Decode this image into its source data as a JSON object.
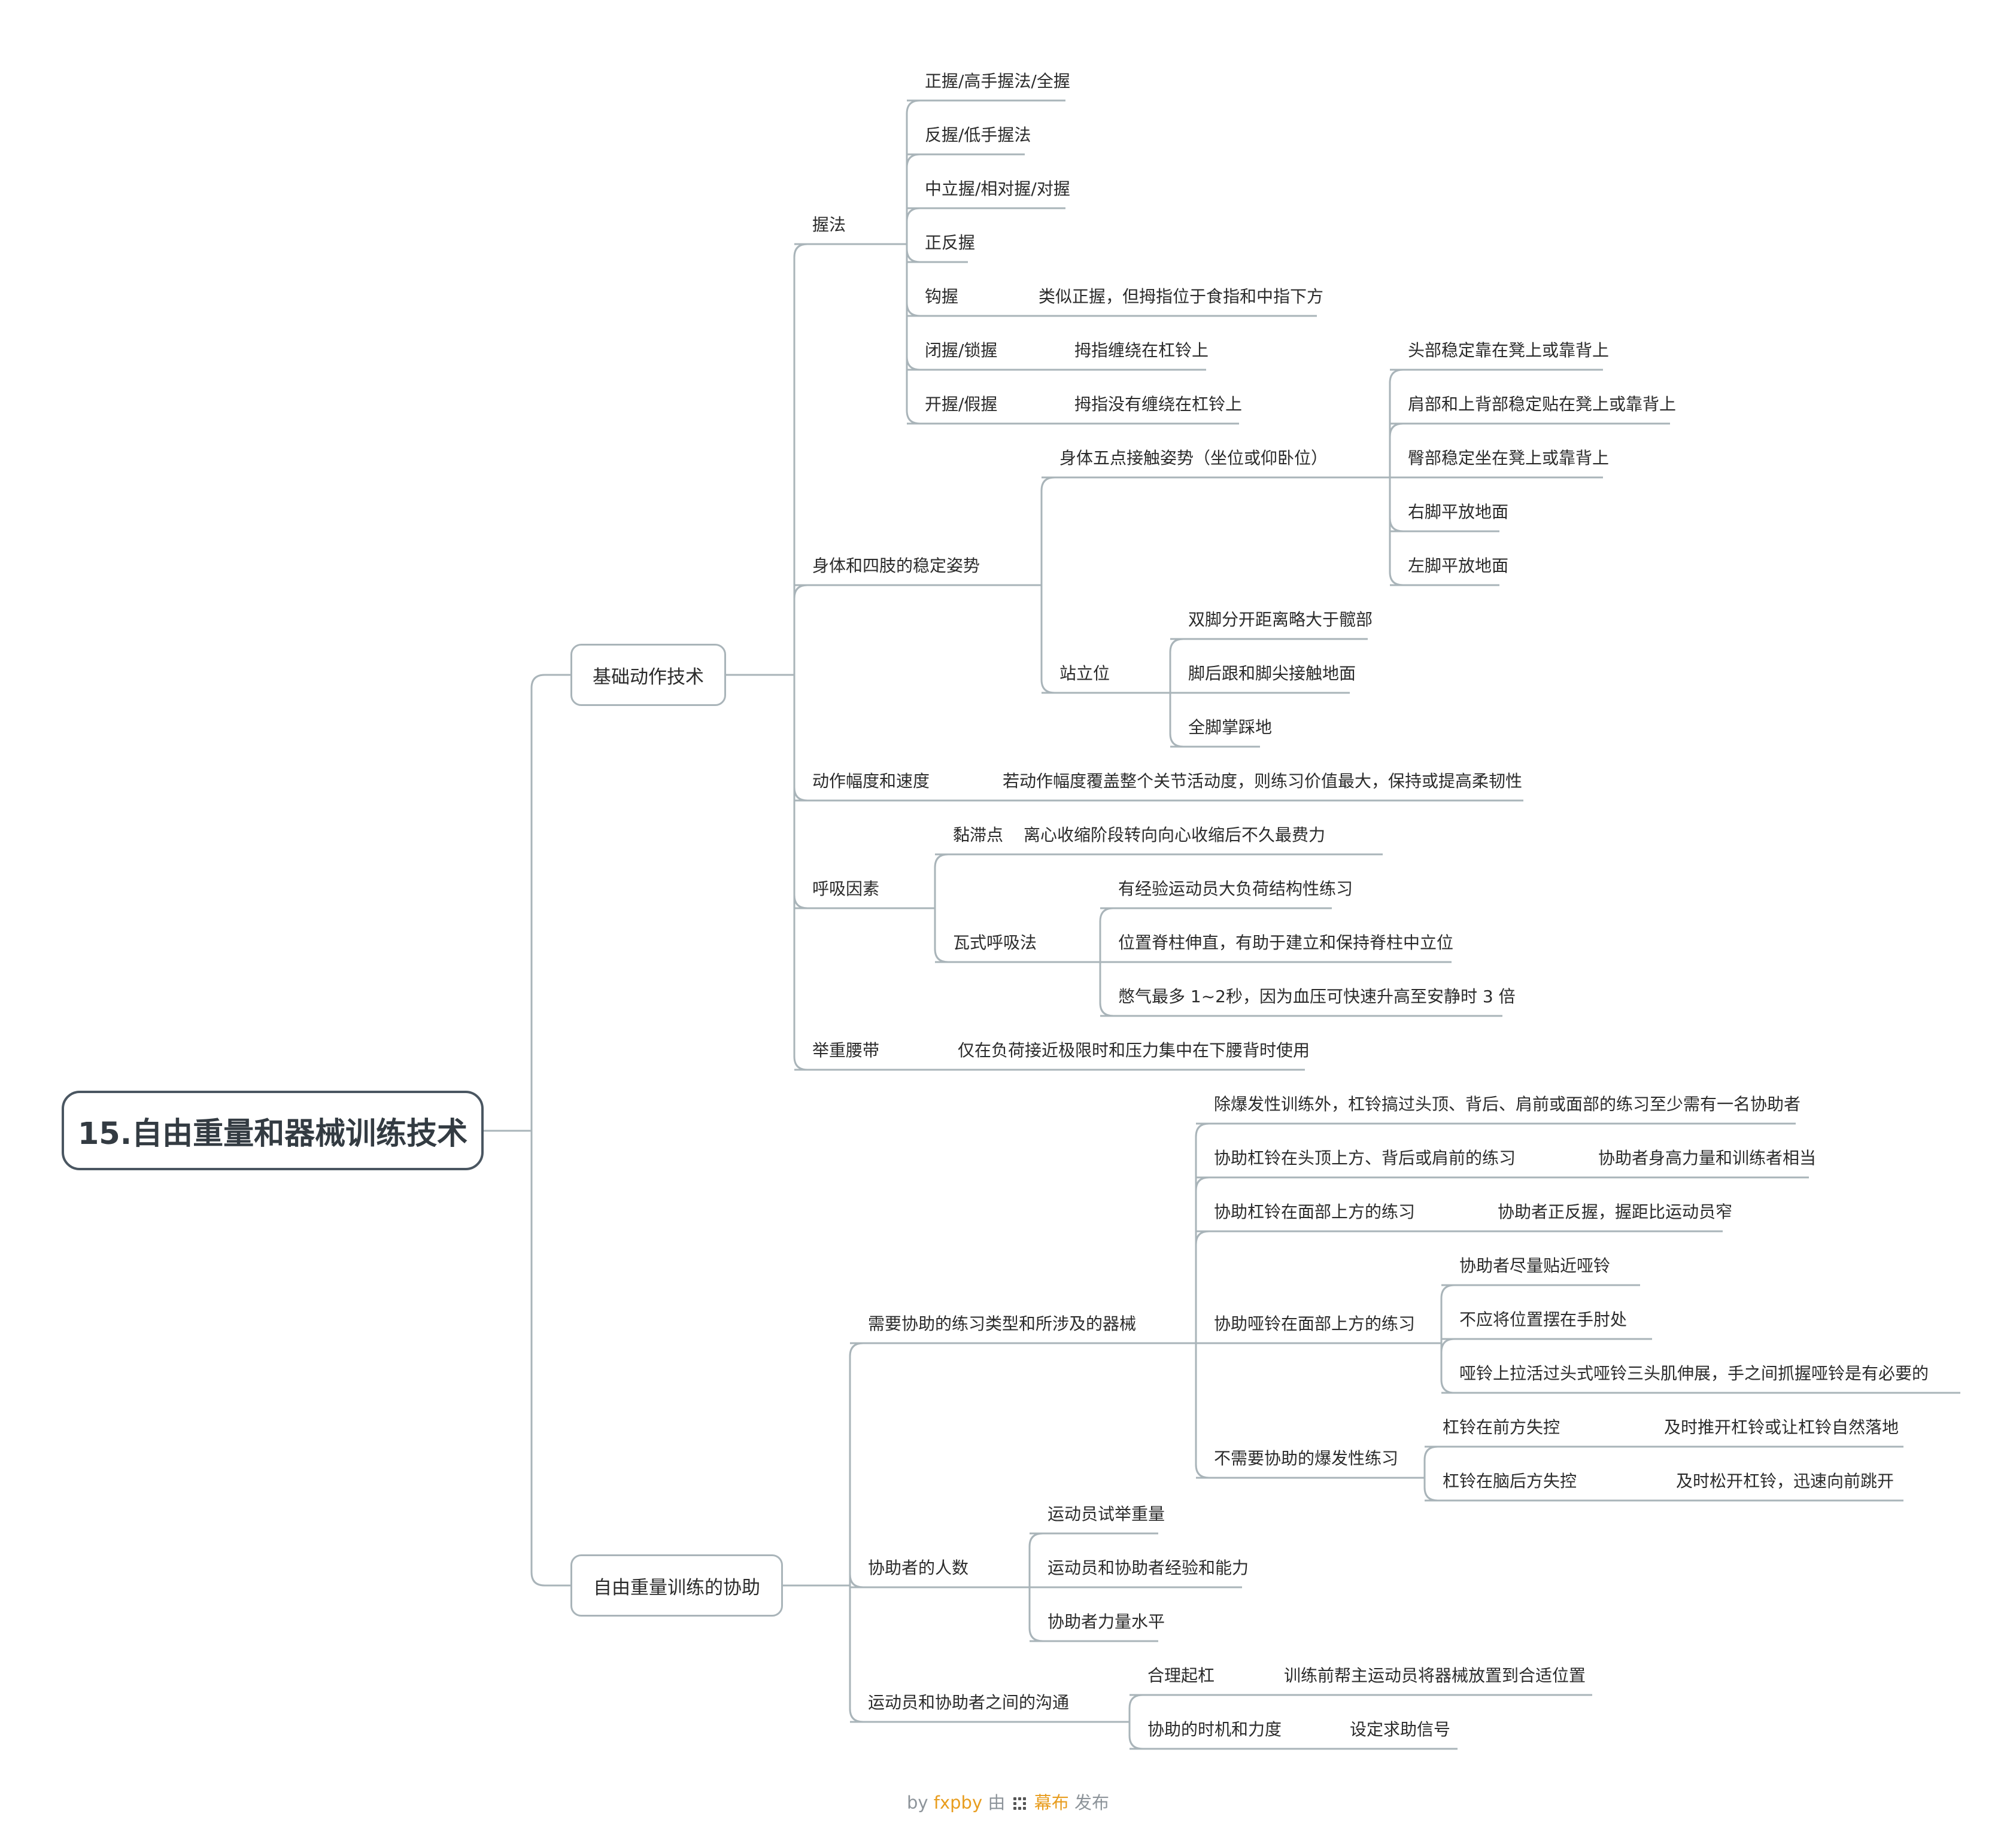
{
  "root": {
    "label": "15.自由重量和器械训练技术"
  },
  "branches": [
    {
      "label": "基础动作技术",
      "children": [
        {
          "label": "握法",
          "children": [
            {
              "label": "正握/高手握法/全握"
            },
            {
              "label": "反握/低手握法"
            },
            {
              "label": "中立握/相对握/对握"
            },
            {
              "label": "正反握"
            },
            {
              "label": "钩握",
              "children": [
                {
                  "label": "类似正握，但拇指位于食指和中指下方"
                }
              ]
            },
            {
              "label": "闭握/锁握",
              "children": [
                {
                  "label": "拇指缠绕在杠铃上"
                }
              ]
            },
            {
              "label": "开握/假握",
              "children": [
                {
                  "label": "拇指没有缠绕在杠铃上"
                }
              ]
            }
          ]
        },
        {
          "label": "身体和四肢的稳定姿势",
          "children": [
            {
              "label": "身体五点接触姿势（坐位或仰卧位）",
              "children": [
                {
                  "label": "头部稳定靠在凳上或靠背上"
                },
                {
                  "label": "肩部和上背部稳定贴在凳上或靠背上"
                },
                {
                  "label": "臀部稳定坐在凳上或靠背上"
                },
                {
                  "label": "右脚平放地面"
                },
                {
                  "label": "左脚平放地面"
                }
              ]
            },
            {
              "label": "站立位",
              "children": [
                {
                  "label": "双脚分开距离略大于髋部"
                },
                {
                  "label": "脚后跟和脚尖接触地面"
                },
                {
                  "label": "全脚掌踩地"
                }
              ]
            }
          ]
        },
        {
          "label": "动作幅度和速度",
          "children": [
            {
              "label": "若动作幅度覆盖整个关节活动度，则练习价值最大，保持或提高柔韧性"
            }
          ]
        },
        {
          "label": "呼吸因素",
          "children": [
            {
              "label": "黏滞点",
              "children": [
                {
                  "label": "离心收缩阶段转向向心收缩后不久最费力"
                }
              ]
            },
            {
              "label": "瓦式呼吸法",
              "children": [
                {
                  "label": "有经验运动员大负荷结构性练习"
                },
                {
                  "label": "位置脊柱伸直，有助于建立和保持脊柱中立位"
                },
                {
                  "label": "憋气最多 1~2秒，因为血压可快速升高至安静时 3 倍"
                }
              ]
            }
          ]
        },
        {
          "label": "举重腰带",
          "children": [
            {
              "label": "仅在负荷接近极限时和压力集中在下腰背时使用"
            }
          ]
        }
      ]
    },
    {
      "label": "自由重量训练的协助",
      "children": [
        {
          "label": "需要协助的练习类型和所涉及的器械",
          "children": [
            {
              "label": "除爆发性训练外，杠铃搞过头顶、背后、肩前或面部的练习至少需有一名协助者"
            },
            {
              "label": "协助杠铃在头顶上方、背后或肩前的练习",
              "children": [
                {
                  "label": "协助者身高力量和训练者相当"
                }
              ]
            },
            {
              "label": "协助杠铃在面部上方的练习",
              "children": [
                {
                  "label": "协助者正反握，握距比运动员窄"
                }
              ]
            },
            {
              "label": "协助哑铃在面部上方的练习",
              "children": [
                {
                  "label": "协助者尽量贴近哑铃"
                },
                {
                  "label": "不应将位置摆在手肘处"
                },
                {
                  "label": "哑铃上拉活过头式哑铃三头肌伸展，手之间抓握哑铃是有必要的"
                }
              ]
            },
            {
              "label": "不需要协助的爆发性练习",
              "children": [
                {
                  "label": "杠铃在前方失控",
                  "children": [
                    {
                      "label": "及时推开杠铃或让杠铃自然落地"
                    }
                  ]
                },
                {
                  "label": "杠铃在脑后方失控",
                  "children": [
                    {
                      "label": "及时松开杠铃，迅速向前跳开"
                    }
                  ]
                }
              ]
            }
          ]
        },
        {
          "label": "协助者的人数",
          "children": [
            {
              "label": "运动员试举重量"
            },
            {
              "label": "运动员和协助者经验和能力"
            },
            {
              "label": "协助者力量水平"
            }
          ]
        },
        {
          "label": "运动员和协助者之间的沟通",
          "children": [
            {
              "label": "合理起杠",
              "children": [
                {
                  "label": "训练前帮主运动员将器械放置到合适位置"
                }
              ]
            },
            {
              "label": "协助的时机和力度",
              "children": [
                {
                  "label": "设定求助信号"
                }
              ]
            }
          ]
        }
      ]
    }
  ],
  "footer": {
    "by": "by",
    "author": "fxpby",
    "mid": "由",
    "brand": "幕布",
    "suffix": "发布"
  },
  "colors": {
    "line": "#a9b4b9",
    "root_border": "#4a5661",
    "brand": "#e89d1f",
    "text": "#2b2b2b"
  }
}
